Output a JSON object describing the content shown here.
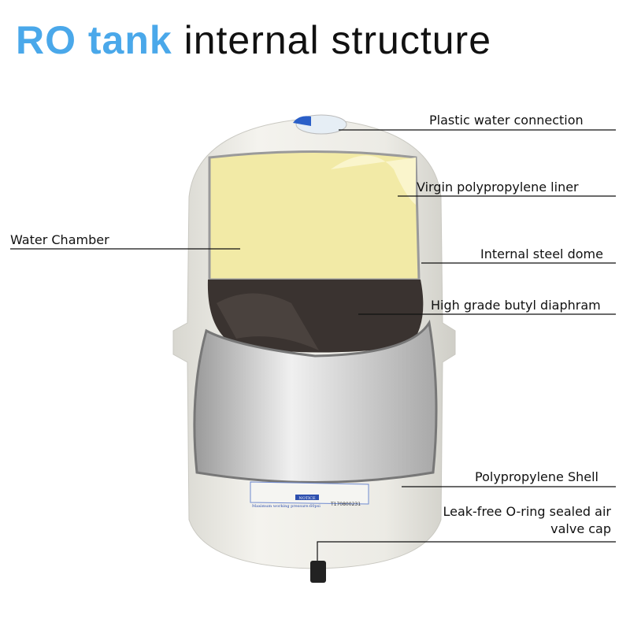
{
  "title": {
    "highlight": "RO tank",
    "rest": "internal structure"
  },
  "colors": {
    "accent": "#4aa8ea",
    "chamber": "#f2eaa6",
    "diaphragm": "#3a3330",
    "shell": "#e9e8e2"
  },
  "labels": {
    "connection": "Plastic water connection",
    "liner": "Virgin polypropylene liner",
    "water_chamber": "Water Chamber",
    "steel_dome": "Internal steel dome",
    "diaphragm": "High grade butyl diaphram",
    "shell": "Polypropylene Shell",
    "valve_line1": "Leak-free O-ring sealed air",
    "valve_line2": "valve cap"
  },
  "sticker": {
    "heading": "NOTICE",
    "pressure": "Maximum working pressure:60psi",
    "serial": "T170800231"
  }
}
